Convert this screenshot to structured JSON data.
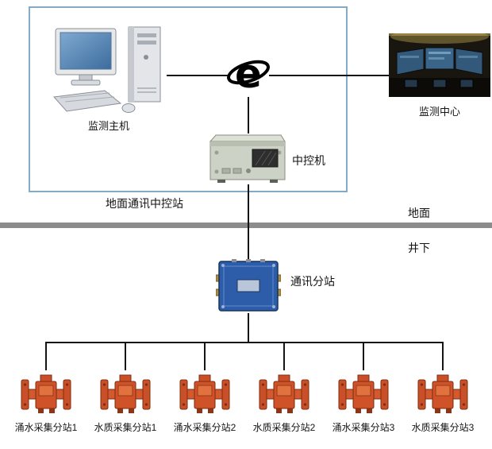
{
  "diagram": {
    "ground_station_box_label": "地面通讯中控站",
    "monitor_host_label": "监测主机",
    "monitor_center_label": "监测中心",
    "control_machine_label": "中控机",
    "surface_label": "地面",
    "underground_label": "井下",
    "substation_label": "通讯分站",
    "devices": [
      {
        "label": "涌水采集分站1"
      },
      {
        "label": "水质采集分站1"
      },
      {
        "label": "涌水采集分站2"
      },
      {
        "label": "水质采集分站2"
      },
      {
        "label": "涌水采集分站3"
      },
      {
        "label": "水质采集分站3"
      }
    ],
    "colors": {
      "box_border": "#84aac6",
      "divider_gray": "#8c8c8c",
      "line_black": "#141414",
      "device_orange": "#cf5229",
      "substation_blue": "#2d5ca8",
      "server_beige": "#ccd2c5",
      "screen_blue": "#4d7fb0"
    }
  }
}
